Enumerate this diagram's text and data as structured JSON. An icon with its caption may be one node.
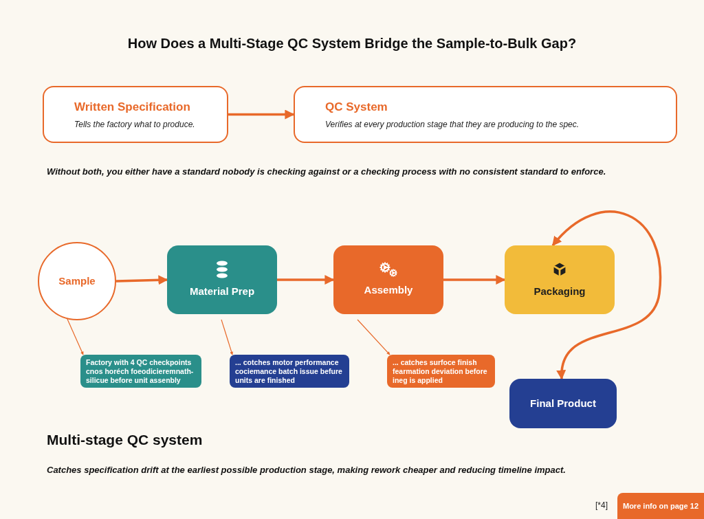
{
  "diagram": {
    "title": "How Does a Multi-Stage QC System Bridge the Sample-to-Bulk Gap?",
    "nodes": [
      {
        "text": [
          "Written Specification",
          "Tells the factory what to produce."
        ]
      },
      {
        "text": [
          "QC System",
          "Verifies at every production stage that they are producing to the spec."
        ]
      },
      {
        "text": [
          "Sample"
        ]
      },
      {
        "text": [
          "Material Prep"
        ]
      },
      {
        "text": [
          "Assembly"
        ]
      },
      {
        "text": [
          "Packaging"
        ]
      },
      {
        "text": [
          "Final Product"
        ]
      },
      {
        "text": [
          "Factory with 4 QC checkpoints cnos horéch foeodicieremnath-silicue before unit assenbly"
        ]
      },
      {
        "text": [
          "... cotches motor performance cociemance batch issue befure units are finished"
        ]
      },
      {
        "text": [
          "... catches surfoce finish fearmation deviation before ineg is applied"
        ]
      }
    ],
    "edges": [
      {
        "from": 0,
        "to": 1,
        "arrow": "to"
      },
      {
        "from": 2,
        "to": 3,
        "arrow": "to"
      },
      {
        "from": 3,
        "to": 4,
        "arrow": "to"
      },
      {
        "from": 4,
        "to": 5,
        "arrow": "to"
      },
      {
        "from": 5,
        "to": 6,
        "arrow": "both"
      },
      {
        "from": 2,
        "to": 7,
        "arrow": "to"
      },
      {
        "from": 3,
        "to": 8,
        "arrow": "to"
      },
      {
        "from": 4,
        "to": 9,
        "arrow": "to"
      }
    ],
    "labels": [
      "Without both, you either have a standard nobody is checking against or a checking process with no consistent standard to enforce.",
      "Multi-stage QC system",
      "Catches specification drift at the earliest possible production stage, making rework cheaper and reducing timeline impact.",
      "[*4]",
      "More info on page 12"
    ]
  }
}
